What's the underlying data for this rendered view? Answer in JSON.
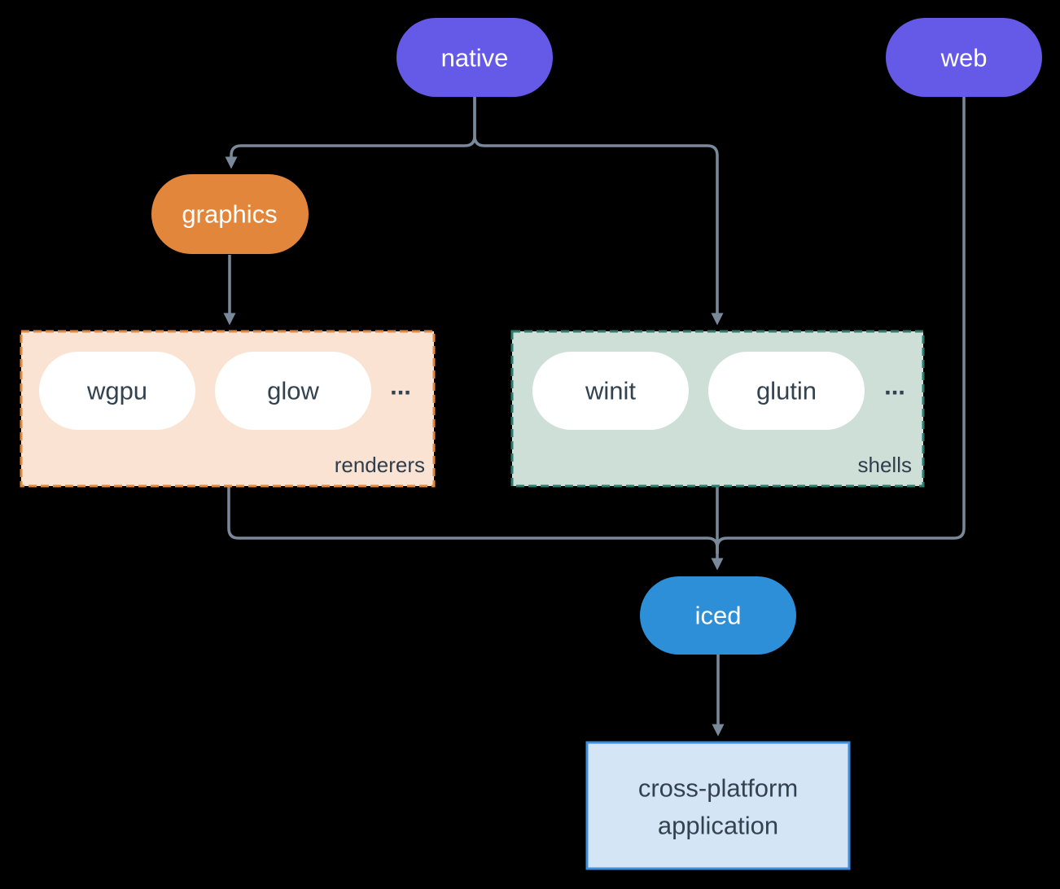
{
  "diagram": {
    "nodes": {
      "native": "native",
      "web": "web",
      "graphics": "graphics",
      "iced": "iced",
      "app_line1": "cross-platform",
      "app_line2": "application"
    },
    "groups": {
      "renderers": {
        "label": "renderers",
        "item1": "wgpu",
        "item2": "glow",
        "ellipsis": "..."
      },
      "shells": {
        "label": "shells",
        "item1": "winit",
        "item2": "glutin",
        "ellipsis": "..."
      }
    },
    "colors": {
      "background": "#000000",
      "purple_pill": "#655AE8",
      "orange_pill": "#E2863C",
      "blue_pill": "#2D8FD8",
      "renderers_fill": "#FAE3D2",
      "renderers_border": "#E2863C",
      "shells_fill": "#CEDFD8",
      "shells_border": "#2C7D6E",
      "app_fill": "#D4E6F6",
      "app_border": "#3E8EE0",
      "edge_line": "#7A8999",
      "text_dark": "#33424F",
      "text_light": "#FFFFFF"
    }
  }
}
